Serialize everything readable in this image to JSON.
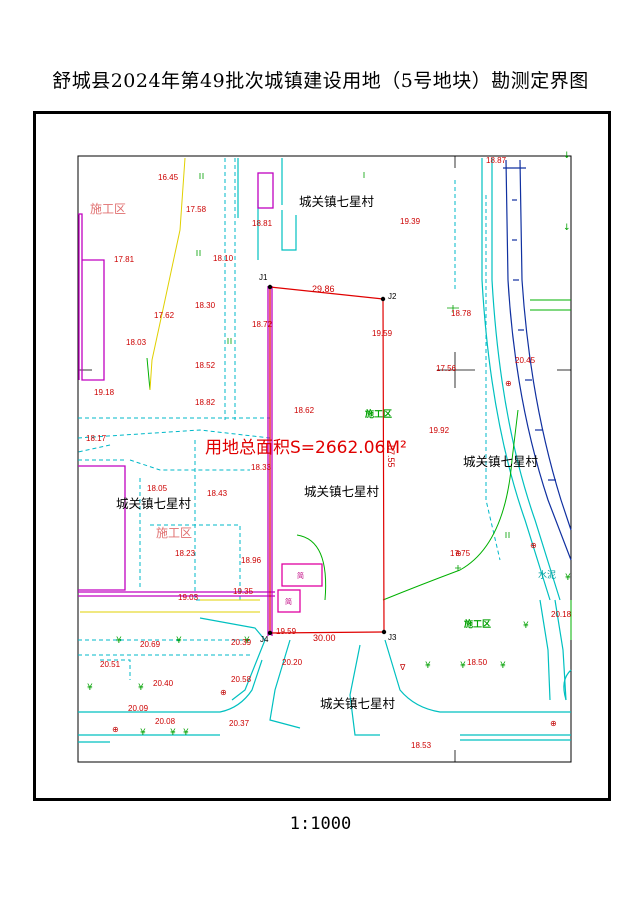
{
  "title": "舒城县2024年第49批次城镇建设用地（5号地块）勘测定界图",
  "scale": "1:1000",
  "area_label": "用地总面积S=2662.06M²",
  "village_labels": [
    "城关镇七星村",
    "城关镇七星村",
    "城关镇七星村",
    "城关镇七星村"
  ],
  "construction_labels": [
    "施工区",
    "施工区",
    "施工区",
    "施工区"
  ],
  "water_label": "水泥",
  "building_labels": [
    "简",
    "简"
  ],
  "parcel": {
    "vertices": [
      "J1",
      "J2",
      "J3",
      "J4"
    ],
    "edges": [
      "29.86",
      "87.55",
      "30.00"
    ]
  },
  "elevations": [
    "16.45",
    "17.58",
    "18.81",
    "19.39",
    "18.87",
    "17.81",
    "18.10",
    "18.30",
    "17.62",
    "18.03",
    "18.72",
    "19.59",
    "18.78",
    "18.52",
    "17.56",
    "20.45",
    "19.18",
    "18.82",
    "18.62",
    "19.92",
    "18.17",
    "18.33",
    "18.05",
    "18.43",
    "18.23",
    "18.96",
    "17.75",
    "19.03",
    "19.35",
    "20.18",
    "20.69",
    "20.39",
    "19.59",
    "20.51",
    "20.20",
    "18.50",
    "20.40",
    "20.58",
    "20.09",
    "20.08",
    "20.37",
    "18.53"
  ],
  "colors": {
    "boundary": "#e00000",
    "road": "#00c0c0",
    "river": "#1030a0",
    "building": "#c000c0",
    "vegetation": "#00b000"
  }
}
